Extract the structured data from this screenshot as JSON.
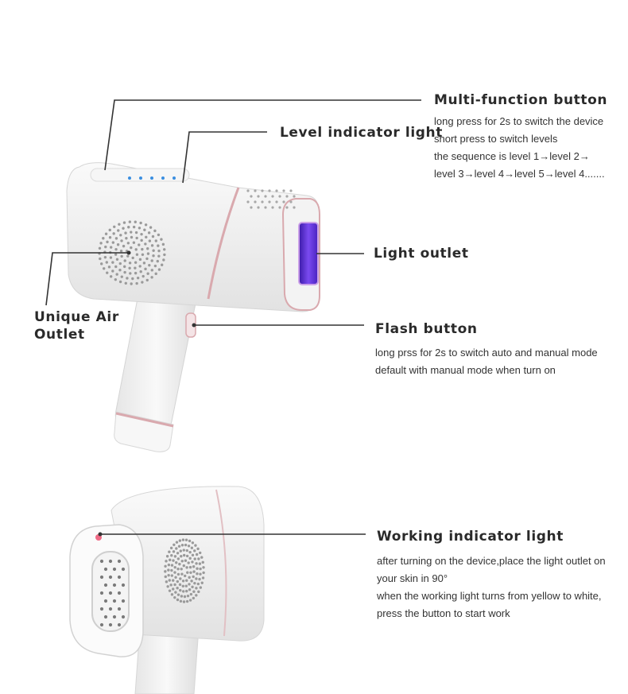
{
  "callouts": {
    "multi_function": {
      "title": "Multi-function button",
      "lines": [
        "long press for 2s to switch the device",
        "short press to switch levels",
        "the sequence is level 1→level 2→",
        "level 3→level 4→level 5→level 4......."
      ]
    },
    "level_indicator": {
      "title": "Level indicator light"
    },
    "light_outlet": {
      "title": "Light outlet"
    },
    "air_outlet": {
      "title_line1": "Unique Air",
      "title_line2": "Outlet"
    },
    "flash_button": {
      "title": "Flash button",
      "lines": [
        "long prss for 2s to switch auto and manual mode",
        "default with manual mode when turn on"
      ]
    },
    "working_indicator": {
      "title": "Working indicator light",
      "lines": [
        "after turning on the device,place the light outlet on",
        "your skin in 90°",
        "when the working light turns from  yellow to white,",
        "press the button to start work"
      ]
    }
  },
  "colors": {
    "device_body": "#f1f1f1",
    "rose_gold_trim": "#d9a9ae",
    "light_window": "#5a2fd0",
    "indicator_led": "#3a8ee0",
    "working_led": "#f06a86",
    "leader_line": "#333333"
  }
}
